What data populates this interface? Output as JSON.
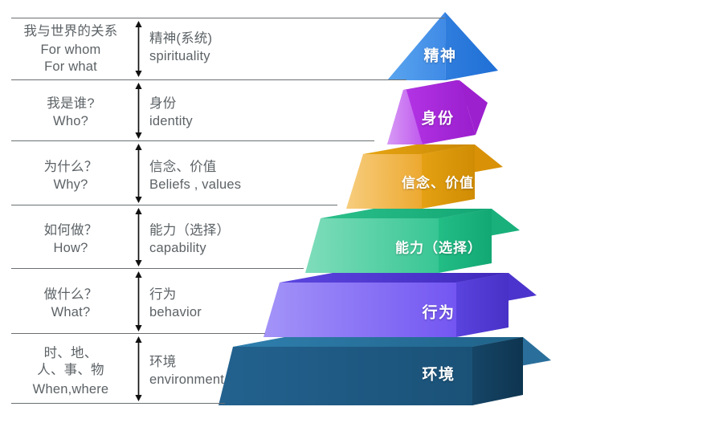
{
  "diagram": {
    "title": "NLP Logical Levels Pyramid",
    "levels": [
      {
        "id": "spirituality",
        "question_cn": "我与世界的关系",
        "question_en": "For whom\nFor what",
        "name_cn": "精神(系统)",
        "name_en": "spirituality",
        "pyramid_label": "精神",
        "color_light": "#5aa5ef",
        "color_dark": "#1f6fd6"
      },
      {
        "id": "identity",
        "question_cn": "我是谁?",
        "question_en": "Who?",
        "name_cn": "身份",
        "name_en": "identity",
        "pyramid_label": "身份",
        "color_light": "#d08cf2",
        "color_dark": "#a822e0"
      },
      {
        "id": "beliefs-values",
        "question_cn": "为什么？",
        "question_en": "Why?",
        "name_cn": "信念、价值",
        "name_en": "Beliefs , values",
        "pyramid_label": "信念、价值",
        "color_light": "#f5c266",
        "color_dark": "#e09806"
      },
      {
        "id": "capability",
        "question_cn": "如何做？",
        "question_en": "How?",
        "name_cn": "能力（选择）",
        "name_en": "capability",
        "pyramid_label": "能力（选择）",
        "color_light": "#74d9b2",
        "color_dark": "#1fbd83"
      },
      {
        "id": "behavior",
        "question_cn": "做什么？",
        "question_en": "What?",
        "name_cn": "行为",
        "name_en": "behavior",
        "pyramid_label": "行为",
        "color_light": "#9b8bf6",
        "color_dark": "#5440dd"
      },
      {
        "id": "environment",
        "question_cn": "时、地、\n人、事、物",
        "question_en": "When,where",
        "name_cn": "环境",
        "name_en": "environment",
        "pyramid_label": "环境",
        "color_light": "#205a86",
        "color_dark": "#103f63"
      }
    ],
    "line_color": "#6b6f72",
    "text_color": "#5c6266",
    "background": "#ffffff"
  }
}
